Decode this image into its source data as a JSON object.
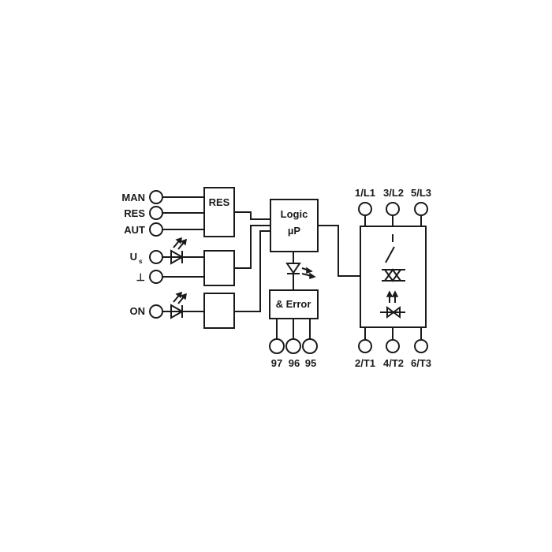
{
  "inputs": {
    "man": "MAN",
    "res": "RES",
    "aut": "AUT",
    "us_main": "U",
    "us_sub": "s",
    "ground": "⊥",
    "on": "ON"
  },
  "blocks": {
    "res_block": "RES",
    "logic_line1": "Logic",
    "logic_line2": "µP",
    "error_block": "& Error"
  },
  "relay_terminals": [
    "97",
    "96",
    "95"
  ],
  "power_terminals_top": [
    "1/L1",
    "3/L2",
    "5/L3"
  ],
  "power_terminals_bottom": [
    "2/T1",
    "4/T2",
    "6/T3"
  ]
}
